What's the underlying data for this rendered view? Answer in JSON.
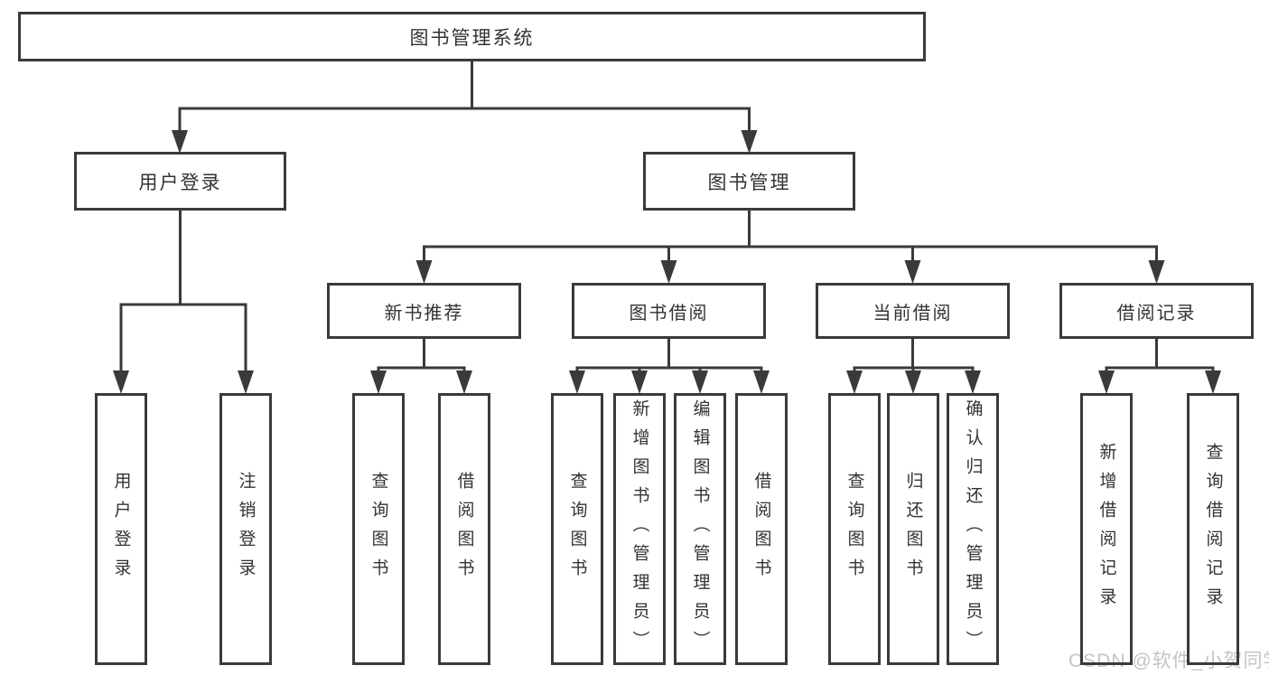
{
  "diagram": {
    "root": {
      "label": "图书管理系统"
    },
    "branches": [
      {
        "label": "用户登录",
        "children": [
          {
            "label": "用户登录"
          },
          {
            "label": "注销登录"
          }
        ]
      },
      {
        "label": "图书管理",
        "children": [
          {
            "label": "新书推荐",
            "children": [
              {
                "label": "查询图书"
              },
              {
                "label": "借阅图书"
              }
            ]
          },
          {
            "label": "图书借阅",
            "children": [
              {
                "label": "查询图书"
              },
              {
                "label": "新增图书（管理员）"
              },
              {
                "label": "编辑图书（管理员）"
              },
              {
                "label": "借阅图书"
              }
            ]
          },
          {
            "label": "当前借阅",
            "children": [
              {
                "label": "查询图书"
              },
              {
                "label": "归还图书"
              },
              {
                "label": "确认归还（管理员）"
              }
            ]
          },
          {
            "label": "借阅记录",
            "children": [
              {
                "label": "新增借阅记录"
              },
              {
                "label": "查询借阅记录"
              }
            ]
          }
        ]
      }
    ],
    "watermark": "CSDN @软件_小贺同学",
    "line_color": "#3a3a3a"
  }
}
